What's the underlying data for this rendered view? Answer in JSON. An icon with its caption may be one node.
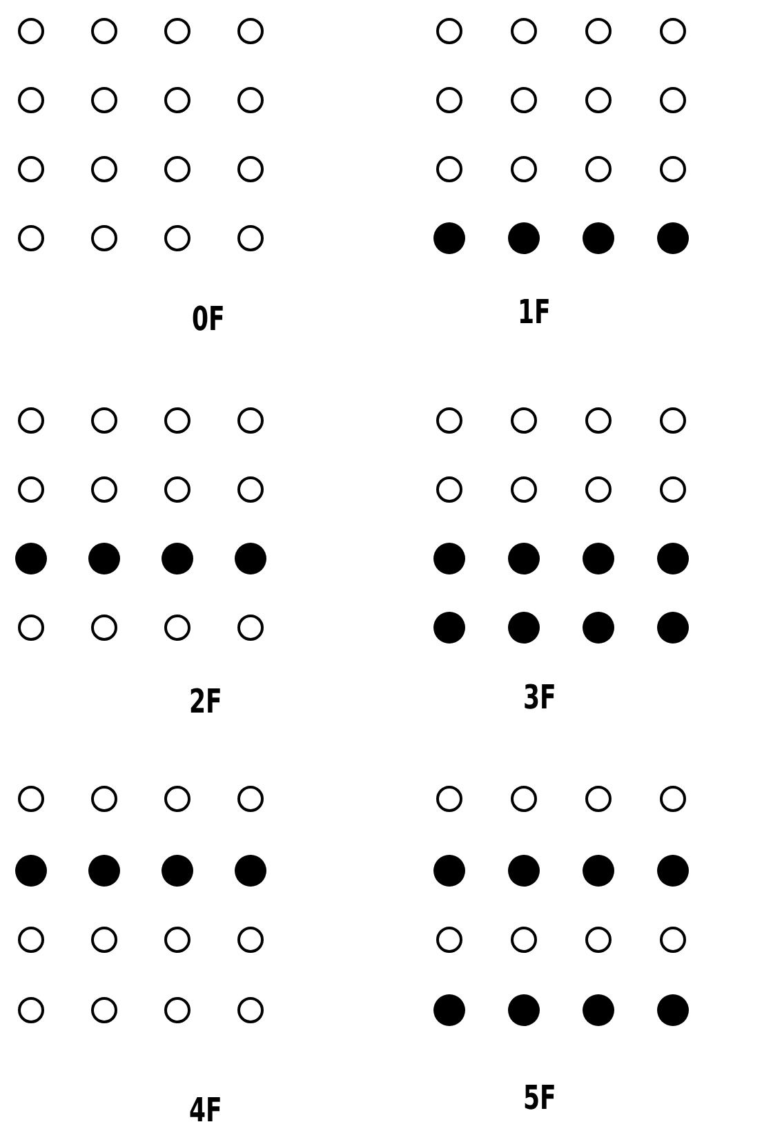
{
  "diagram": {
    "nodes": [
      {
        "text": [],
        "shape": "circle"
      },
      {
        "text": [],
        "shape": "circle"
      },
      {
        "text": [],
        "shape": "circle"
      },
      {
        "text": [],
        "shape": "circle"
      },
      {
        "text": [],
        "shape": "circle"
      },
      {
        "text": [],
        "shape": "circle"
      },
      {
        "text": [],
        "shape": "circle"
      },
      {
        "text": [],
        "shape": "circle"
      },
      {
        "text": [],
        "shape": "circle"
      },
      {
        "text": [],
        "shape": "circle"
      },
      {
        "text": [],
        "shape": "circle"
      },
      {
        "text": [],
        "shape": "circle"
      },
      {
        "text": [],
        "shape": "circle"
      },
      {
        "text": [],
        "shape": "circle"
      },
      {
        "text": [],
        "shape": "circle"
      },
      {
        "text": [],
        "shape": "circle"
      },
      {
        "text": [],
        "shape": "circle"
      },
      {
        "text": [],
        "shape": "circle"
      },
      {
        "text": [],
        "shape": "circle"
      },
      {
        "text": [],
        "shape": "circle"
      },
      {
        "text": [],
        "shape": "circle"
      },
      {
        "text": [],
        "shape": "circle"
      },
      {
        "text": [],
        "shape": "circle"
      },
      {
        "text": [],
        "shape": "circle"
      },
      {
        "text": [],
        "shape": "circle"
      },
      {
        "text": [],
        "shape": "circle"
      },
      {
        "text": [],
        "shape": "circle"
      },
      {
        "text": [],
        "shape": "circle"
      },
      {
        "text": [],
        "shape": "dot"
      },
      {
        "text": [],
        "shape": "dot"
      },
      {
        "text": [],
        "shape": "dot"
      },
      {
        "text": [],
        "shape": "dot"
      },
      {
        "text": [],
        "shape": "circle"
      },
      {
        "text": [],
        "shape": "circle"
      },
      {
        "text": [],
        "shape": "circle"
      },
      {
        "text": [],
        "shape": "circle"
      },
      {
        "text": [],
        "shape": "circle"
      },
      {
        "text": [],
        "shape": "circle"
      },
      {
        "text": [],
        "shape": "circle"
      },
      {
        "text": [],
        "shape": "circle"
      },
      {
        "text": [],
        "shape": "dot"
      },
      {
        "text": [],
        "shape": "dot"
      },
      {
        "text": [],
        "shape": "dot"
      },
      {
        "text": [],
        "shape": "dot"
      },
      {
        "text": [],
        "shape": "circle"
      },
      {
        "text": [],
        "shape": "circle"
      },
      {
        "text": [],
        "shape": "circle"
      },
      {
        "text": [],
        "shape": "circle"
      },
      {
        "text": [],
        "shape": "circle"
      },
      {
        "text": [],
        "shape": "circle"
      },
      {
        "text": [],
        "shape": "circle"
      },
      {
        "text": [],
        "shape": "circle"
      },
      {
        "text": [],
        "shape": "circle"
      },
      {
        "text": [],
        "shape": "circle"
      },
      {
        "text": [],
        "shape": "circle"
      },
      {
        "text": [],
        "shape": "circle"
      },
      {
        "text": [],
        "shape": "dot"
      },
      {
        "text": [],
        "shape": "dot"
      },
      {
        "text": [],
        "shape": "dot"
      },
      {
        "text": [],
        "shape": "dot"
      },
      {
        "text": [],
        "shape": "dot"
      },
      {
        "text": [],
        "shape": "dot"
      },
      {
        "text": [],
        "shape": "dot"
      },
      {
        "text": [],
        "shape": "dot"
      },
      {
        "text": [],
        "shape": "circle"
      },
      {
        "text": [],
        "shape": "circle"
      },
      {
        "text": [],
        "shape": "circle"
      },
      {
        "text": [],
        "shape": "circle"
      },
      {
        "text": [],
        "shape": "dot"
      },
      {
        "text": [],
        "shape": "dot"
      },
      {
        "text": [],
        "shape": "dot"
      },
      {
        "text": [],
        "shape": "dot"
      },
      {
        "text": [],
        "shape": "circle"
      },
      {
        "text": [],
        "shape": "circle"
      },
      {
        "text": [],
        "shape": "circle"
      },
      {
        "text": [],
        "shape": "circle"
      },
      {
        "text": [],
        "shape": "circle"
      },
      {
        "text": [],
        "shape": "circle"
      },
      {
        "text": [],
        "shape": "circle"
      },
      {
        "text": [],
        "shape": "circle"
      },
      {
        "text": [],
        "shape": "circle"
      },
      {
        "text": [],
        "shape": "circle"
      },
      {
        "text": [],
        "shape": "circle"
      },
      {
        "text": [],
        "shape": "circle"
      },
      {
        "text": [],
        "shape": "dot"
      },
      {
        "text": [],
        "shape": "dot"
      },
      {
        "text": [],
        "shape": "dot"
      },
      {
        "text": [],
        "shape": "dot"
      },
      {
        "text": [],
        "shape": "circle"
      },
      {
        "text": [],
        "shape": "circle"
      },
      {
        "text": [],
        "shape": "circle"
      },
      {
        "text": [],
        "shape": "circle"
      },
      {
        "text": [],
        "shape": "dot"
      },
      {
        "text": [],
        "shape": "dot"
      },
      {
        "text": [],
        "shape": "dot"
      },
      {
        "text": [],
        "shape": "dot"
      }
    ],
    "labels": [
      "0F",
      "1F",
      "2F",
      "3F",
      "4F",
      "5F"
    ]
  }
}
